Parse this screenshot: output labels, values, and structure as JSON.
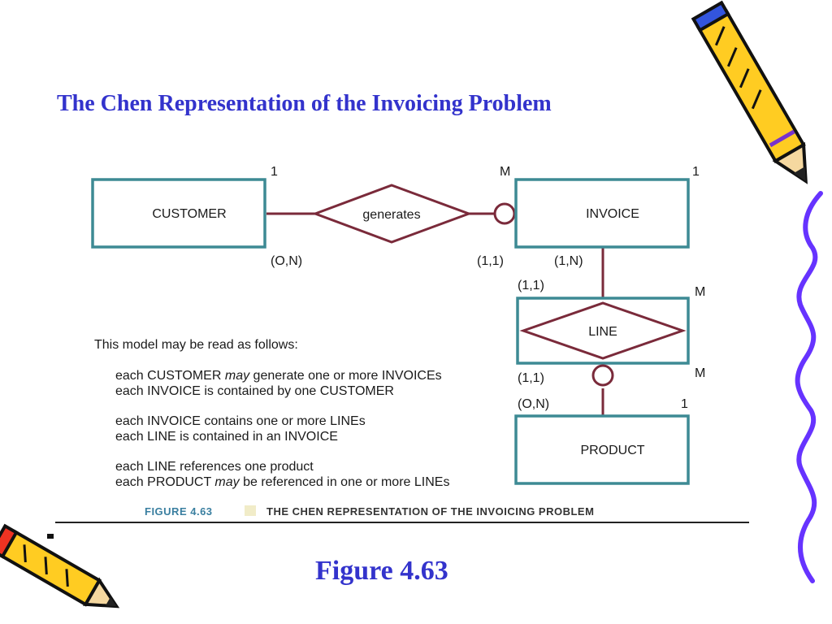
{
  "slide": {
    "title": "The Chen Representation of the Invoicing Problem",
    "figure_label": "Figure 4.63"
  },
  "colors": {
    "title": "#3333cc",
    "entity_border": "#3d8a94",
    "relationship": "#7a2a3a",
    "squiggle": "#6633ff"
  },
  "diagram": {
    "entities": {
      "customer": "CUSTOMER",
      "invoice": "INVOICE",
      "line": "LINE",
      "product": "PRODUCT"
    },
    "relationships": {
      "generates": "generates"
    },
    "cardinalities": {
      "customer_one": "1",
      "invoice_m": "M",
      "invoice_one": "1",
      "customer_on": "(O,N)",
      "invoice_11_left": "(1,1)",
      "invoice_1n": "(1,N)",
      "line_11_top": "(1,1)",
      "line_m_top": "M",
      "line_11_bottom": "(1,1)",
      "line_m_bottom": "M",
      "product_on": "(O,N)",
      "product_one": "1"
    }
  },
  "reading": {
    "intro": "This model may be read as follows:",
    "lines": {
      "l1_pre": "each CUSTOMER ",
      "l1_em": "may",
      "l1_post": " generate one or more INVOICEs",
      "l2": "each INVOICE is contained by one CUSTOMER",
      "l3": "each INVOICE contains one or more LINEs",
      "l4": "each LINE is contained in an INVOICE",
      "l5": "each LINE references one product",
      "l6_pre": "each PRODUCT ",
      "l6_em": "may",
      "l6_post": " be referenced in one or more LINEs"
    }
  },
  "caption": {
    "number": "FIGURE 4.63",
    "text": "THE CHEN REPRESENTATION OF THE INVOICING PROBLEM"
  },
  "decorations": {
    "top_right": "pencil-icon",
    "bottom_left": "pencil-icon",
    "right_edge": "squiggle-line"
  }
}
